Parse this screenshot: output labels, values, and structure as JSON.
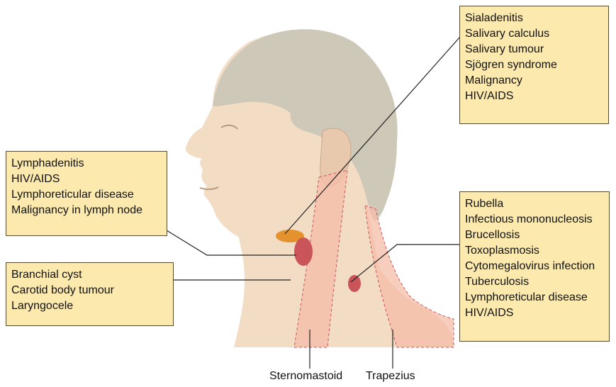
{
  "colors": {
    "skin": "#f3dcc4",
    "hair": "#cdc8b8",
    "muscle": "#f4bca8",
    "node": "#c9555b",
    "gland": "#e3922e",
    "box_fill": "#fbe9ae",
    "box_border": "#5a4a2a",
    "leader_line": "#222222"
  },
  "callouts": {
    "salivary": {
      "items": [
        "Sialadenitis",
        "Salivary calculus",
        "Salivary tumour",
        "Sjögren syndrome",
        "Malignancy",
        "HIV/AIDS"
      ]
    },
    "lymph_upper": {
      "items": [
        "Lymphadenitis",
        "HIV/AIDS",
        "Lymphoreticular disease",
        "Malignancy in lymph node"
      ]
    },
    "branchial": {
      "items": [
        "Branchial cyst",
        "Carotid body tumour",
        "Laryngocele"
      ]
    },
    "posterior": {
      "items": [
        "Rubella",
        "Infectious mononucleosis",
        "Brucellosis",
        "Toxoplasmosis",
        "Cytomegalovirus infection",
        "Tuberculosis",
        "Lymphoreticular disease",
        "HIV/AIDS"
      ]
    }
  },
  "muscles": {
    "sternomastoid": "Sternomastoid",
    "trapezius": "Trapezius"
  }
}
